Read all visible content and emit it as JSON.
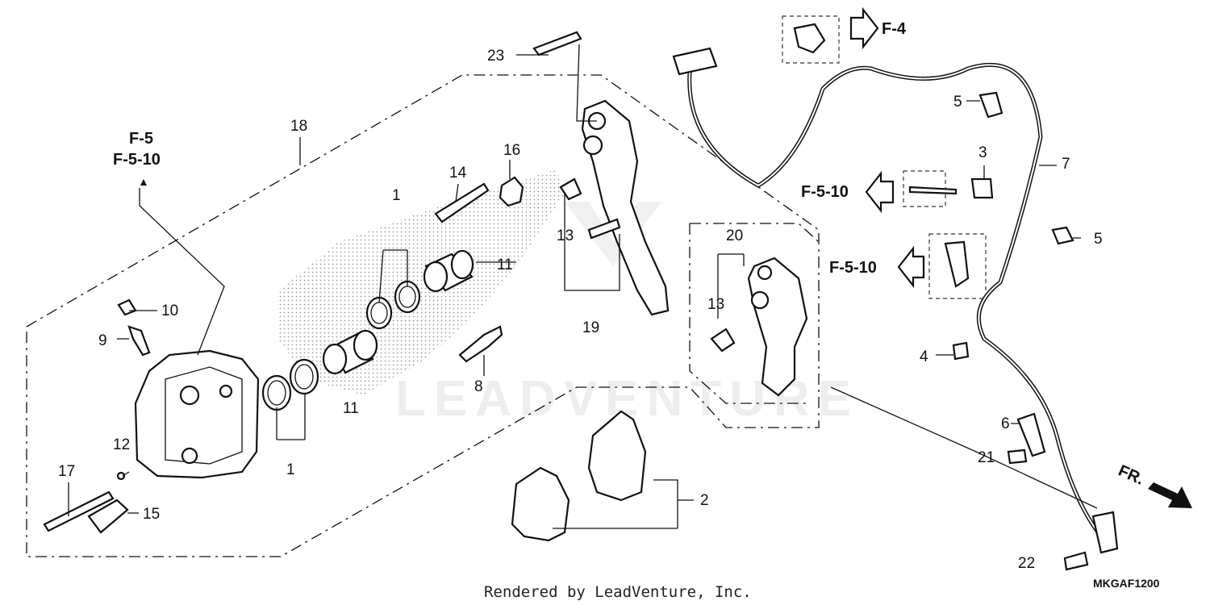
{
  "diagram": {
    "credit": "Rendered by LeadVenture, Inc.",
    "code": "MKGAF1200",
    "watermark": "LEADVENTURE",
    "direction_label": "FR.",
    "callouts": {
      "c1a": "1",
      "c1b": "1",
      "c2": "2",
      "c3": "3",
      "c4": "4",
      "c5a": "5",
      "c5b": "5",
      "c6": "6",
      "c7": "7",
      "c8": "8",
      "c9": "9",
      "c10": "10",
      "c11a": "11",
      "c11b": "11",
      "c12": "12",
      "c13a": "13",
      "c13b": "13",
      "c14": "14",
      "c15": "15",
      "c16": "16",
      "c17": "17",
      "c18": "18",
      "c19": "19",
      "c20": "20",
      "c21": "21",
      "c22": "22",
      "c23": "23"
    },
    "references": {
      "f4": "F-4",
      "f5": "F-5",
      "f510_top": "F-5-10",
      "f510_mid": "F-5-10",
      "f510_low": "F-5-10"
    }
  }
}
